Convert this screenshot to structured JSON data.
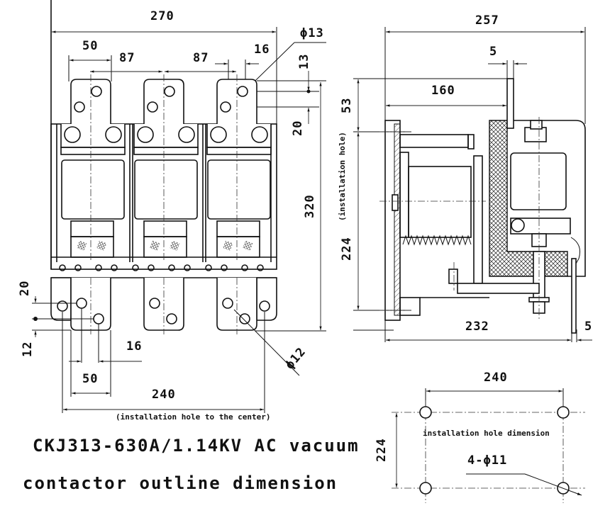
{
  "title": {
    "line1": "CKJ313-630A/1.14KV AC vacuum",
    "line2": "contactor outline dimension"
  },
  "front_view": {
    "overall_width": "270",
    "terminal_width": "50",
    "phase_pitch_left": "87",
    "phase_pitch_right": "87",
    "hole_offset": "16",
    "top_hole_dia": "ϕ13",
    "top_hole_vertical_1": "13",
    "top_hole_vertical_2": "20",
    "overall_height": "320",
    "bottom_vertical_1": "20",
    "bottom_vertical_2": "12",
    "bottom_hole_offset": "16",
    "bottom_terminal_width": "50",
    "install_width": "240",
    "install_note": "(installation hole to the center)",
    "bottom_hole_dia": "ϕ12"
  },
  "side_view": {
    "overall_depth": "257",
    "plate_thickness": "5",
    "depth_to_plate": "160",
    "top_offset": "53",
    "install_hole_label": "(installation hole)",
    "install_height": "224",
    "base_depth": "232",
    "bottom_thickness": "5"
  },
  "hole_pattern": {
    "width": "240",
    "height": "224",
    "label": "installation hole dimension",
    "holes": "4-ϕ11"
  }
}
